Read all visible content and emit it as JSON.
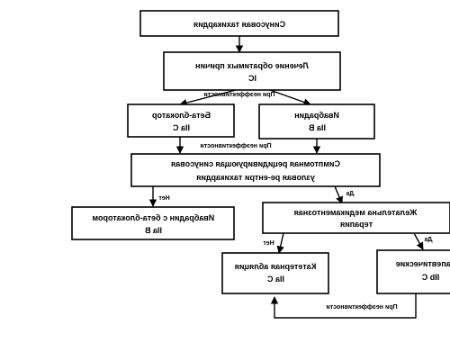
{
  "diagram": {
    "nodes": {
      "n1": {
        "line1": "Синусовая тахикардия",
        "line2": ""
      },
      "n2": {
        "line1": "Лечение обратимых причин",
        "line2": "IC"
      },
      "n3": {
        "line1": "Бета-блокатор",
        "line2": "IIa C"
      },
      "n4": {
        "line1": "Ивабрадин",
        "line2": "IIa B"
      },
      "n5": {
        "line1": "Симптомная рецидивирующая синусовая",
        "line2": "узловая ре-ентри тахикардия"
      },
      "n6": {
        "line1": "Ивабрадин с бета-блокатором",
        "line2": "IIa B"
      },
      "n7": {
        "line1": "Желательна медикаментозная",
        "line2": "терапия"
      },
      "n8": {
        "line1": "Катетерная абляция",
        "line2": "IIa C"
      },
      "n9": {
        "line1": "Терапевтические",
        "line2": "IIb C"
      }
    },
    "labels": {
      "ineffective_1": "При неэффективности",
      "ineffective_2": "При неэффективности",
      "no_1": "Нет",
      "yes_1": "Да",
      "no_2": "Нет",
      "yes_2": "Да",
      "ineffective_3": "При неэффективности"
    }
  }
}
